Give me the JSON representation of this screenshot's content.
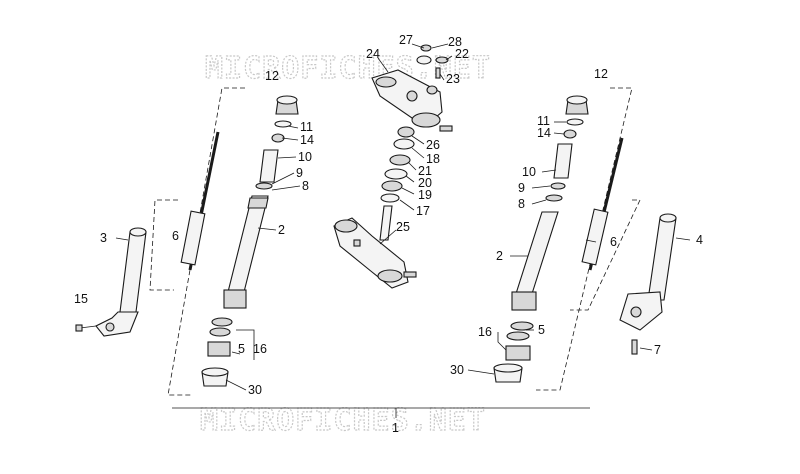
{
  "watermark": "MICROFICHES.NET",
  "labels": {
    "l1": "1",
    "l2a": "2",
    "l2b": "2",
    "l3": "3",
    "l4": "4",
    "l5a": "5",
    "l5b": "5",
    "l6a": "6",
    "l6b": "6",
    "l7": "7",
    "l8a": "8",
    "l8b": "8",
    "l9a": "9",
    "l9b": "9",
    "l10a": "10",
    "l10b": "10",
    "l11a": "11",
    "l11b": "11",
    "l12a": "12",
    "l12b": "12",
    "l14a": "14",
    "l14b": "14",
    "l15": "15",
    "l16a": "16",
    "l16b": "16",
    "l17": "17",
    "l18": "18",
    "l19": "19",
    "l20": "20",
    "l21": "21",
    "l22": "22",
    "l23": "23",
    "l24": "24",
    "l25": "25",
    "l26": "26",
    "l27": "27",
    "l28": "28",
    "l30a": "30",
    "l30b": "30"
  }
}
